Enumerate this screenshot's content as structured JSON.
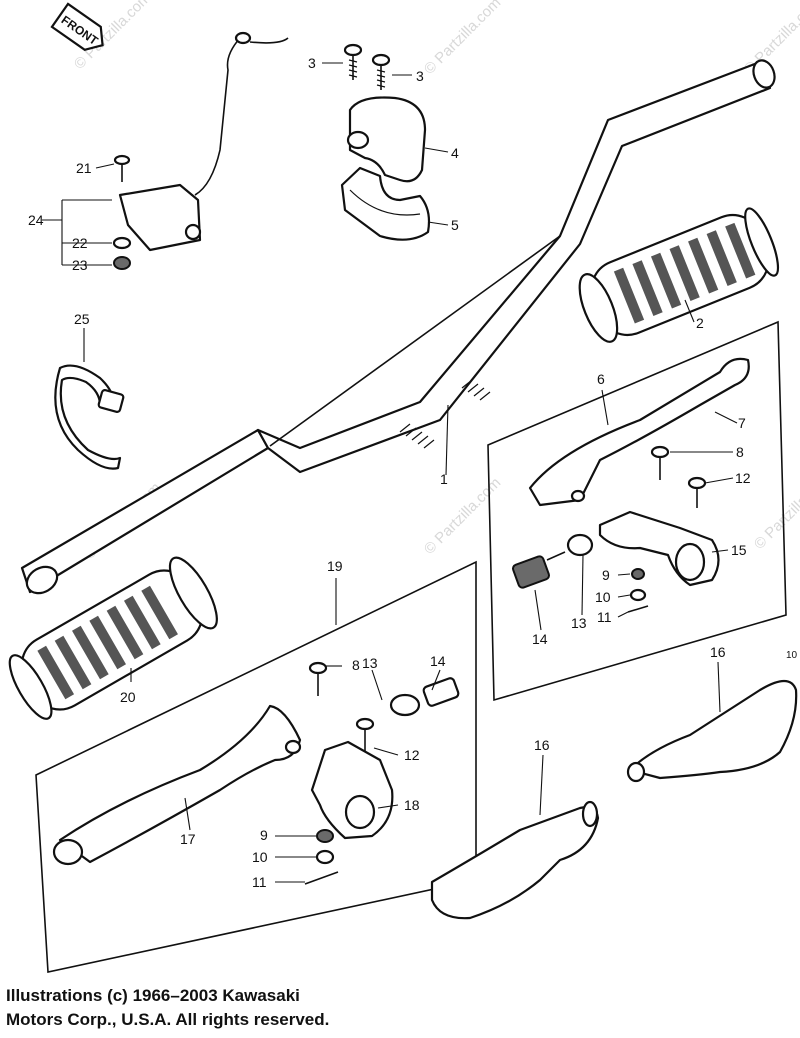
{
  "watermark": "© Partzilla.com",
  "front_tag": "FRONT",
  "edge_mark": "10",
  "callouts": {
    "c1": "1",
    "c2": "2",
    "c3a": "3",
    "c3b": "3",
    "c4": "4",
    "c5": "5",
    "c6": "6",
    "c7": "7",
    "c8a": "8",
    "c8b": "8",
    "c9a": "9",
    "c9b": "9",
    "c10a": "10",
    "c10b": "10",
    "c11a": "11",
    "c11b": "11",
    "c12a": "12",
    "c12b": "12",
    "c13a": "13",
    "c13b": "13",
    "c14a": "14",
    "c14b": "14",
    "c15": "15",
    "c16a": "16",
    "c16b": "16",
    "c17": "17",
    "c18": "18",
    "c19": "19",
    "c20": "20",
    "c21": "21",
    "c22": "22",
    "c23": "23",
    "c24": "24",
    "c25": "25"
  },
  "copyright": {
    "line1": "Illustrations (c) 1966–2003 Kawasaki",
    "line2": "Motors Corp., U.S.A.  All rights reserved."
  }
}
